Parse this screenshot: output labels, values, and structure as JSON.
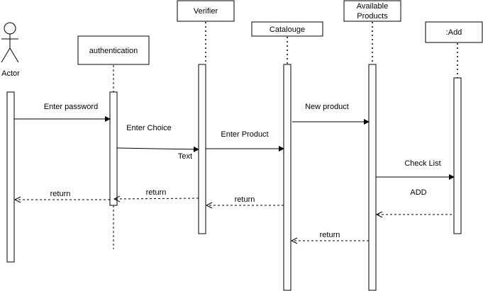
{
  "participants": {
    "actor": "Actor",
    "authentication": "authentication",
    "verifier": "Verifier",
    "catalouge": "Catalouge",
    "available_line1": "Available",
    "available_line2": "Products",
    "add": ":Add"
  },
  "messages": {
    "enter_password": "Enter password",
    "enter_choice": "Enter Choice",
    "text": "Text",
    "enter_product": "Enter Product",
    "new_product": "New product",
    "check_list": "Check List",
    "add": "ADD",
    "return_add_to_available": "",
    "return_available_to_catalouge": "return",
    "return_catalouge_to_verifier": "return",
    "return_verifier_to_auth": "return",
    "return_auth_to_actor": "return"
  }
}
